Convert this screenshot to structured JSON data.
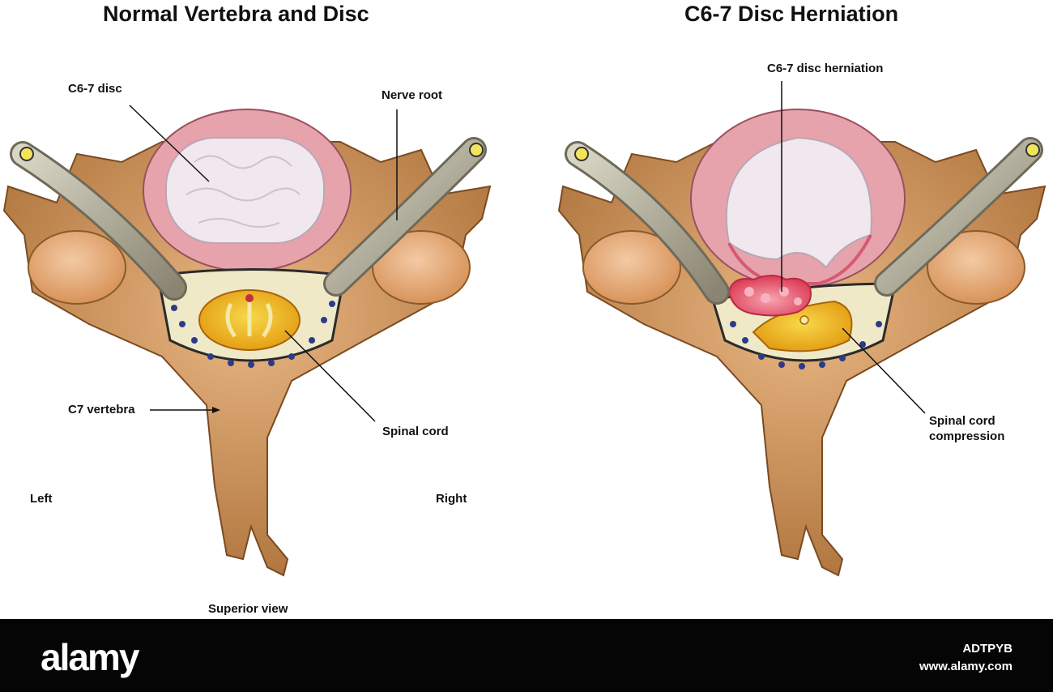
{
  "left_panel": {
    "title": "Normal Vertebra and Disc",
    "labels": {
      "disc": "C6-7 disc",
      "nerve_root": "Nerve root",
      "vertebra": "C7 vertebra",
      "spinal_cord": "Spinal cord",
      "left": "Left",
      "right": "Right",
      "view": "Superior view"
    }
  },
  "right_panel": {
    "title": "C6-7 Disc Herniation",
    "labels": {
      "herniation": "C6-7 disc herniation",
      "compression_line1": "Spinal cord",
      "compression_line2": "compression"
    }
  },
  "footer": {
    "logo": "alamy",
    "image_id": "ADTPYB",
    "url": "www.alamy.com"
  },
  "colors": {
    "bone": "#c98f52",
    "bone_light": "#e9b784",
    "disc_annulus": "#e6a3ac",
    "disc_nucleus": "#f1e7ee",
    "cord": "#e9a713",
    "nerve": "#9b9684",
    "herniation": "#e44d63",
    "fat_blue": "#2b3b8a",
    "footer_bg": "#050505"
  }
}
